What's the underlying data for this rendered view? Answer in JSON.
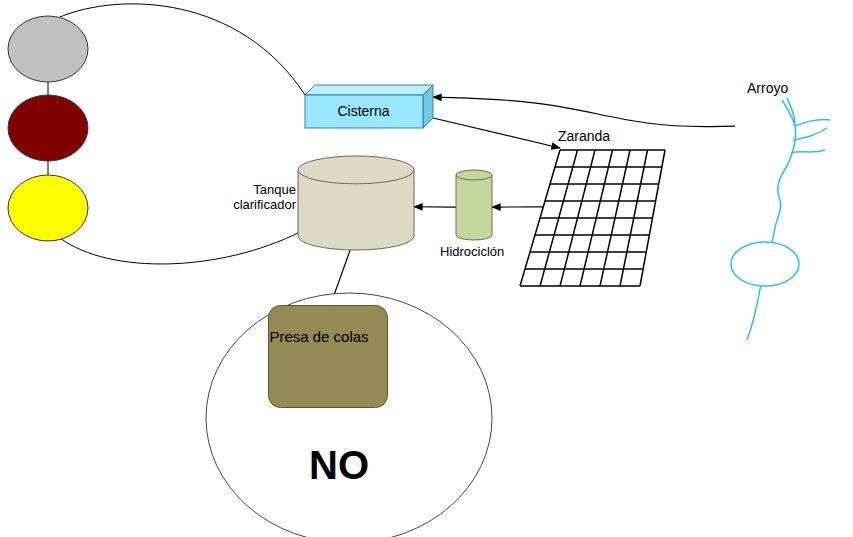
{
  "diagram": {
    "nodes": [
      {
        "text": [
          "Cisterna"
        ]
      },
      {
        "text": [
          "Arroyo"
        ]
      },
      {
        "text": [
          "Zaranda"
        ]
      },
      {
        "text": [
          "Tanque clarificador"
        ]
      },
      {
        "text": [
          "Hidrociclón"
        ]
      },
      {
        "text": [
          "NO"
        ]
      },
      {
        "text": [
          "Presa de colas"
        ],
        "in": 5
      }
    ],
    "edges": [
      {
        "from": 1,
        "to": 0,
        "arrow": "to"
      },
      {
        "from": 0,
        "to": 2,
        "arrow": "to"
      },
      {
        "from": 2,
        "to": 4,
        "arrow": "to"
      },
      {
        "from": 4,
        "to": 3,
        "arrow": "to"
      },
      {
        "from": 3,
        "to": 6,
        "arrow": "to"
      }
    ]
  }
}
